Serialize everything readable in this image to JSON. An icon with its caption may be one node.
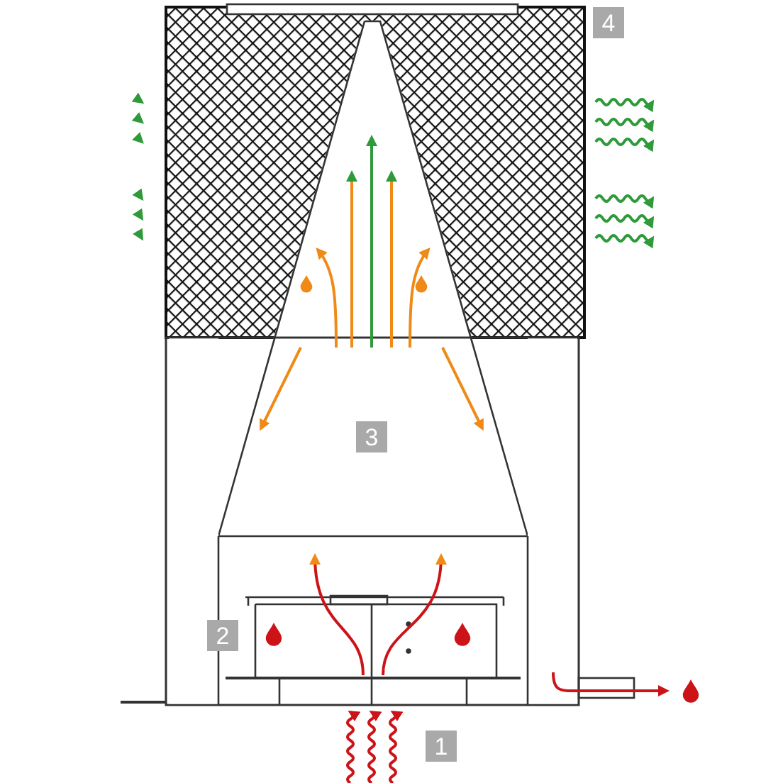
{
  "diagram": {
    "labels": [
      "4",
      "3",
      "2",
      "1"
    ]
  }
}
